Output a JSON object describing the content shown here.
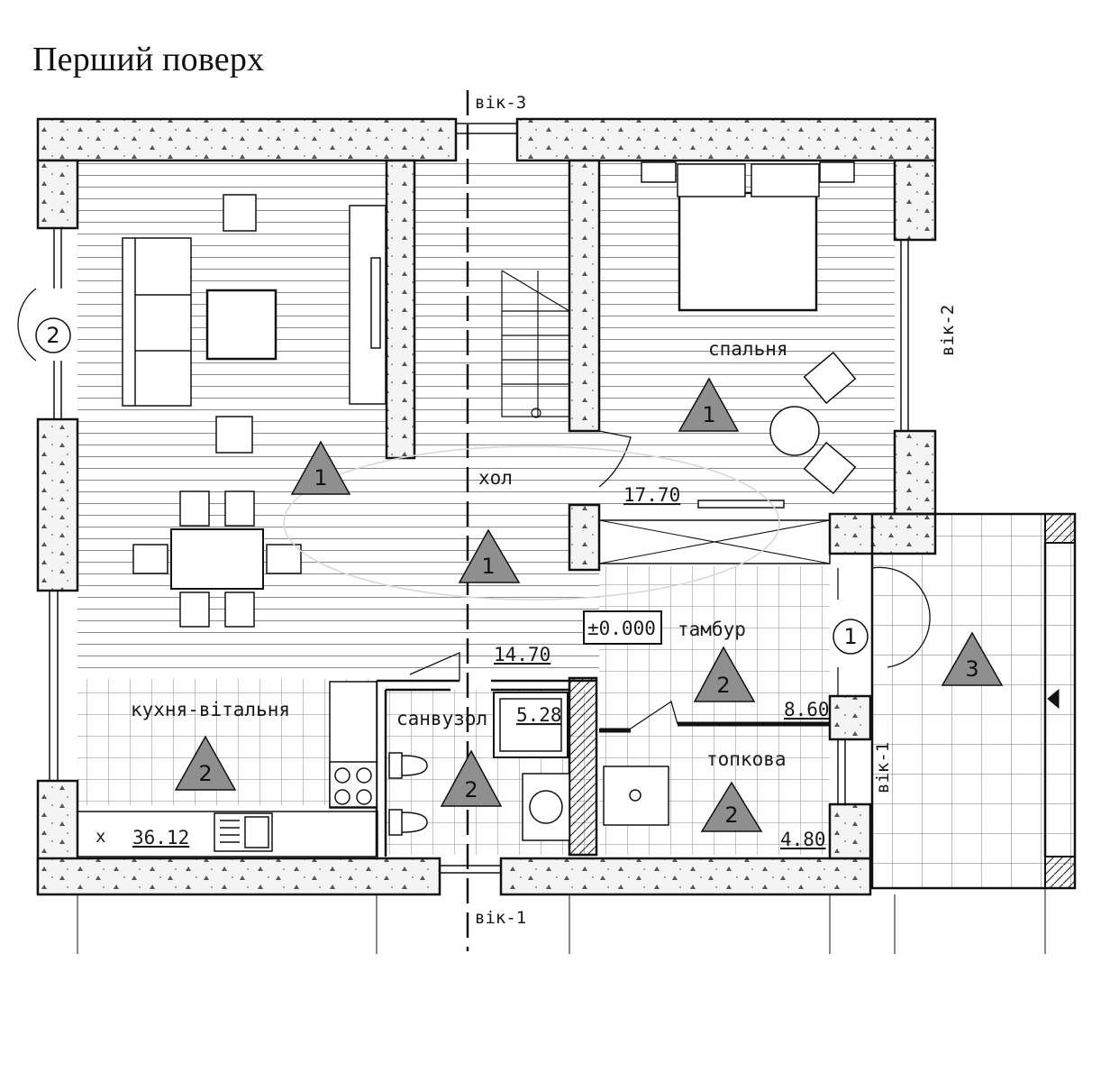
{
  "title": "Перший поверх",
  "rooms": {
    "hall": "хол",
    "bedroom": "спальня",
    "vestibule": "тамбур",
    "kitchen": "кухня-вітальня",
    "bathroom": "санвузол",
    "boiler": "топкова"
  },
  "areas": {
    "bedroom": "17.70",
    "hall": "14.70",
    "kitchen": "36.12",
    "bathroom": "5.28",
    "vestibule": "8.60",
    "boiler": "4.80"
  },
  "level_mark": "±0.000",
  "section_marks": {
    "top": "вік-3",
    "right": "вік-2",
    "bottom": "вік-1",
    "right_lower": "вік-1"
  },
  "entrance_marks": {
    "left": "2",
    "right": "1"
  },
  "floor_type_markers": [
    {
      "room": "living",
      "value": "1"
    },
    {
      "room": "hall",
      "value": "1"
    },
    {
      "room": "bedroom",
      "value": "1"
    },
    {
      "room": "vestibule",
      "value": "2"
    },
    {
      "room": "kitchen",
      "value": "2"
    },
    {
      "room": "bathroom",
      "value": "2"
    },
    {
      "room": "boiler",
      "value": "2"
    },
    {
      "room": "terrace",
      "value": "3"
    }
  ],
  "kitchen_mark": "x",
  "colors": {
    "lines": "#111111",
    "marker_fill": "#8f8f8f",
    "insulation": "#f4f4f4"
  }
}
